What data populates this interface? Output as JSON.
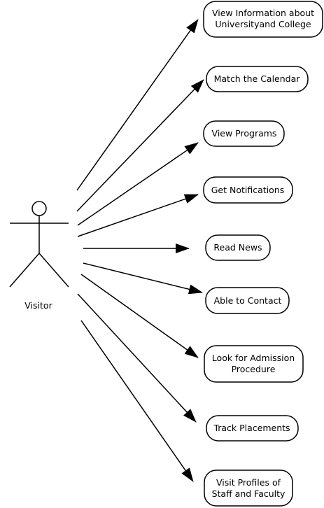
{
  "actor": {
    "name": "Visitor"
  },
  "use_cases": [
    {
      "id": "uc-view-information",
      "lines": [
        "View Information about",
        "Universityand College"
      ]
    },
    {
      "id": "uc-match-calendar",
      "lines": [
        "Match the Calendar"
      ]
    },
    {
      "id": "uc-view-programs",
      "lines": [
        "View Programs"
      ]
    },
    {
      "id": "uc-get-notifications",
      "lines": [
        "Get Notifications"
      ]
    },
    {
      "id": "uc-read-news",
      "lines": [
        "Read News"
      ]
    },
    {
      "id": "uc-able-to-contact",
      "lines": [
        "Able to Contact"
      ]
    },
    {
      "id": "uc-admission-procedure",
      "lines": [
        "Look for Admission",
        "Procedure"
      ]
    },
    {
      "id": "uc-track-placements",
      "lines": [
        "Track Placements"
      ]
    },
    {
      "id": "uc-visit-profiles",
      "lines": [
        "Visit Profiles of",
        "Staff and Faculty"
      ]
    }
  ],
  "colors": {
    "stroke": "#000000",
    "fill": "#ffffff",
    "text": "#000000"
  }
}
